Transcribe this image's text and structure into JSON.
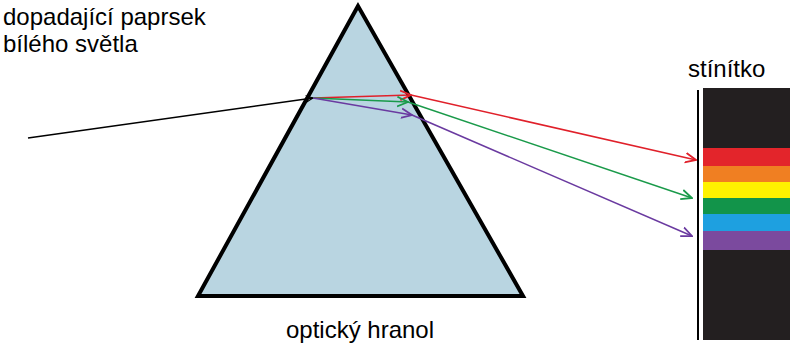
{
  "diagram": {
    "labels": [
      "dopadající paprsek bílého světla",
      "stínítko",
      "optický hranol"
    ]
  }
}
